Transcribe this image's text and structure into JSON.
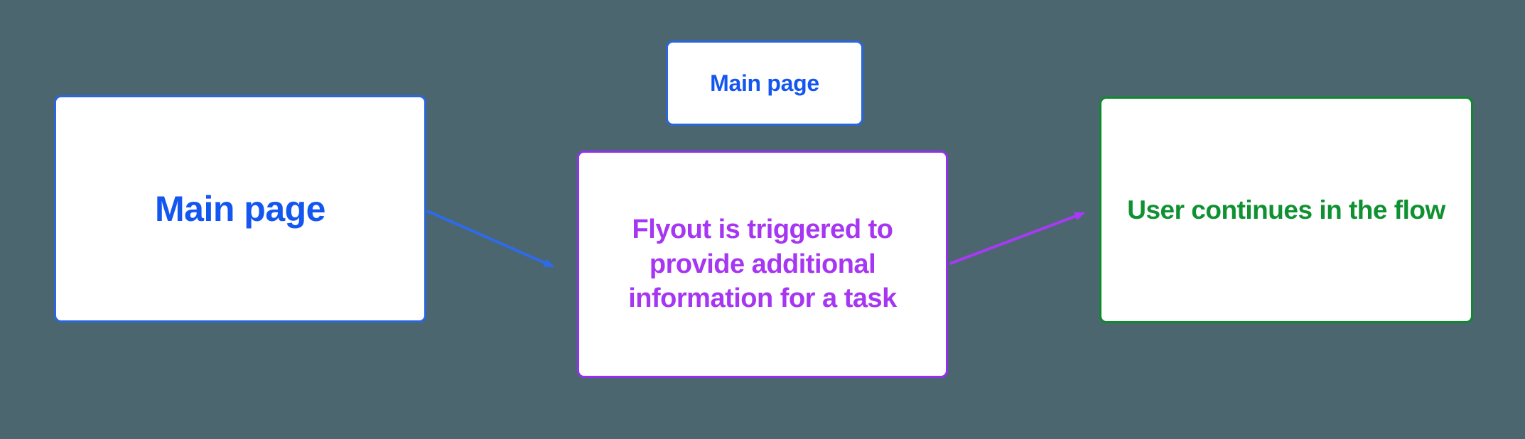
{
  "background_color": "#4C6670",
  "diagram": {
    "nodes": [
      {
        "id": "main-page",
        "label": "Main page",
        "shape": "rounded-rectangle",
        "fill": "#FFFFFF",
        "border_color": "#2A66DE",
        "text_color": "#1456F0"
      },
      {
        "id": "main-page-small",
        "label": "Main page",
        "shape": "rounded-rectangle",
        "fill": "#FFFFFF",
        "border_color": "#2A66DE",
        "text_color": "#1456F0"
      },
      {
        "id": "flyout",
        "label": "Flyout is triggered to provide additional information for a task",
        "lines": [
          "Flyout is triggered to",
          "provide additional",
          "information for a task"
        ],
        "shape": "rounded-rectangle",
        "fill": "#FFFFFF",
        "border_color": "#9231EC",
        "text_color": "#A636F2"
      },
      {
        "id": "continue",
        "label": "User continues in the flow",
        "shape": "rounded-rectangle",
        "fill": "#FFFFFF",
        "border_color": "#0E8A2D",
        "text_color": "#0F9132"
      }
    ],
    "edges": [
      {
        "from": "main-page",
        "to": "flyout",
        "color": "#2E6BE8",
        "direction": "down-right"
      },
      {
        "from": "flyout",
        "to": "continue",
        "color": "#A63AF5",
        "direction": "up-right"
      }
    ]
  }
}
